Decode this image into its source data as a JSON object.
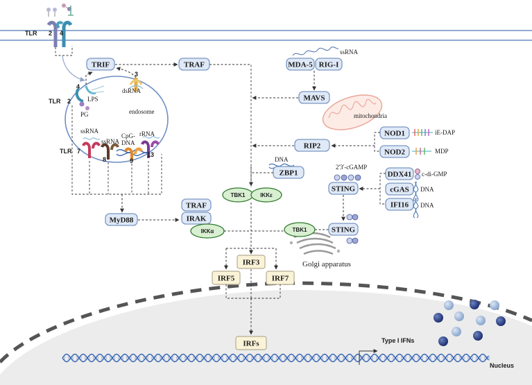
{
  "membrane": {
    "tlr_label": "TLR",
    "tlr_numbers": [
      "2",
      "4"
    ]
  },
  "endosome": {
    "label": "endosome",
    "tlr_label_upper": "TLR",
    "tlr_label_lower": "TLR",
    "tlr_nums": {
      "a": "4",
      "b": "2",
      "c": "3",
      "d": "7",
      "e": "8",
      "f": "9",
      "g": "13"
    },
    "ligands": {
      "lps": "LPS",
      "pg": "PG",
      "dsrna": "dsRNA",
      "ssrna_a": "ssRNA",
      "ssrna_b": "ssRNA",
      "cpg1": "CpG-",
      "cpg2": "DNA",
      "rrna": "rRNA"
    }
  },
  "nodes": {
    "trif": "TRIF",
    "traf_top": "TRAF",
    "mda5": "MDA-5",
    "rigi": "RIG-I",
    "mavs": "MAVS",
    "rip2": "RIP2",
    "nod1": "NOD1",
    "nod2": "NOD2",
    "zbp1": "ZBP1",
    "tbk1_a": "TBK1",
    "ikke": "IKKε",
    "sting_a": "STING",
    "sting_b": "STING",
    "ddx41": "DDX41",
    "cgas": "cGAS",
    "ifi16": "IFI16",
    "myd88": "MyD88",
    "traf_mid": "TRAF",
    "irak": "IRAK",
    "ikka": "IKKα",
    "tbk1_b": "TBK1",
    "irf3": "IRF3",
    "irf5": "IRF5",
    "irf7": "IRF7",
    "irfs": "IRFs"
  },
  "labels": {
    "ssrna_top": "ssRNA",
    "mitochondria": "mitochondria",
    "ie_dap": "iE-DAP",
    "mdp": "MDP",
    "dna_zbp1": "DNA",
    "cgamp": "2'3'-cGAMP",
    "cdi_gmp": "c-di-GMP",
    "dna_cgas": "DNA",
    "dna_ifi16": "DNA",
    "golgi": "Golgi apparatus",
    "type_ifn": "Type I IFNs",
    "nucleus": "Nucleus"
  },
  "colors": {
    "box_fill": "#dfe9f7",
    "box_stroke": "#7b97c2",
    "pill_fill": "#d9efd2",
    "pill_stroke": "#2f7a2b",
    "irf_fill": "#fbf3d7",
    "nucleus_fill": "#ececec",
    "membrane": "#6e8fc4"
  }
}
